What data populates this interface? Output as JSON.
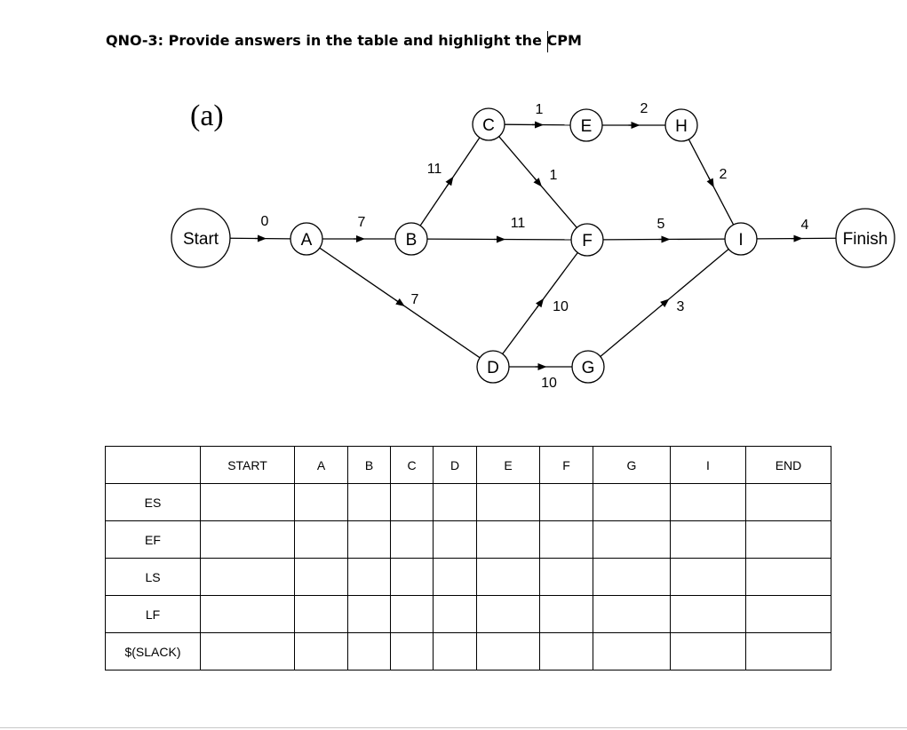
{
  "document": {
    "heading": "QNO-3: Provide answers in the table and highlight the CPM"
  },
  "diagram": {
    "part_label": "(a)",
    "nodes": [
      {
        "id": "start",
        "label": "Start"
      },
      {
        "id": "A",
        "label": "A"
      },
      {
        "id": "B",
        "label": "B"
      },
      {
        "id": "C",
        "label": "C"
      },
      {
        "id": "D",
        "label": "D"
      },
      {
        "id": "E",
        "label": "E"
      },
      {
        "id": "F",
        "label": "F"
      },
      {
        "id": "G",
        "label": "G"
      },
      {
        "id": "H",
        "label": "H"
      },
      {
        "id": "I",
        "label": "I"
      },
      {
        "id": "finish",
        "label": "Finish"
      }
    ],
    "edges": [
      {
        "from": "start",
        "to": "A",
        "weight": "0"
      },
      {
        "from": "A",
        "to": "B",
        "weight": "7"
      },
      {
        "from": "A",
        "to": "D",
        "weight": "7"
      },
      {
        "from": "B",
        "to": "C",
        "weight": "11"
      },
      {
        "from": "B",
        "to": "F",
        "weight": "11"
      },
      {
        "from": "C",
        "to": "E",
        "weight": "1"
      },
      {
        "from": "C",
        "to": "F",
        "weight": "1"
      },
      {
        "from": "E",
        "to": "H",
        "weight": "2"
      },
      {
        "from": "H",
        "to": "I",
        "weight": "2"
      },
      {
        "from": "F",
        "to": "I",
        "weight": "5"
      },
      {
        "from": "D",
        "to": "F",
        "weight": "10"
      },
      {
        "from": "D",
        "to": "G",
        "weight": "10"
      },
      {
        "from": "G",
        "to": "I",
        "weight": "3"
      },
      {
        "from": "I",
        "to": "finish",
        "weight": "4"
      }
    ]
  },
  "table": {
    "columns": [
      "START",
      "A",
      "B",
      "C",
      "D",
      "E",
      "F",
      "G",
      "I",
      "END"
    ],
    "rows": [
      "ES",
      "EF",
      "LS",
      "LF",
      "$(SLACK)"
    ]
  }
}
